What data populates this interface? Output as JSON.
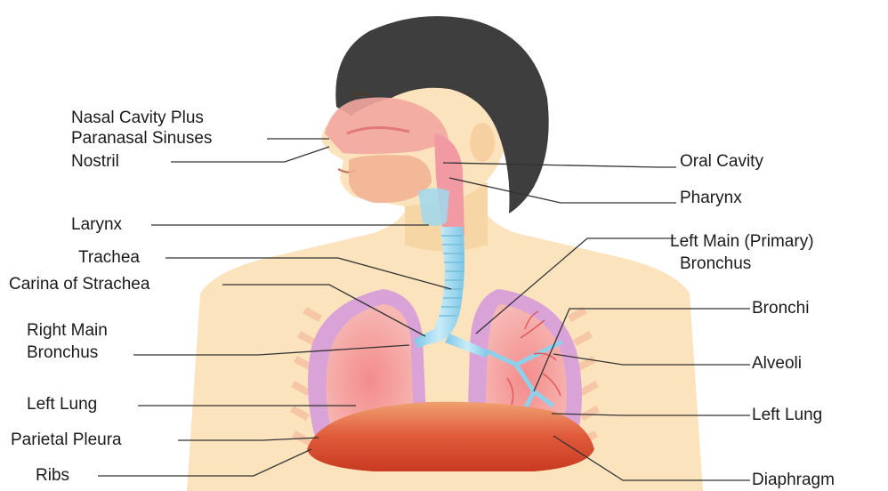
{
  "labels": {
    "nasal_cavity_line1": "Nasal Cavity Plus",
    "nasal_cavity_line2": "Paranasal Sinuses",
    "nostril": "Nostril",
    "larynx": "Larynx",
    "trachea": "Trachea",
    "carina": "Carina of Strachea",
    "right_main_bronchus_line1": "Right Main",
    "right_main_bronchus_line2": "Bronchus",
    "left_lung_left": "Left Lung",
    "parietal_pleura": "Parietal Pleura",
    "ribs": "Ribs",
    "oral_cavity": "Oral Cavity",
    "pharynx": "Pharynx",
    "left_main_bronchus_line1": "Left Main (Primary)",
    "left_main_bronchus_line2": "Bronchus",
    "bronchi": "Bronchi",
    "alveoli": "Alveoli",
    "left_lung_right": "Left Lung",
    "diaphragm": "Diaphragm"
  },
  "colors": {
    "skin": "#fbe3bd",
    "hair": "#3e3e3e",
    "lung_outer": "#d9a3d8",
    "lung_inner": "#f5a0a0",
    "trachea": "#9fd8ef",
    "diaphragm": "#e05a3a",
    "ribs": "#f6c7a6",
    "leader_line": "#333333"
  }
}
